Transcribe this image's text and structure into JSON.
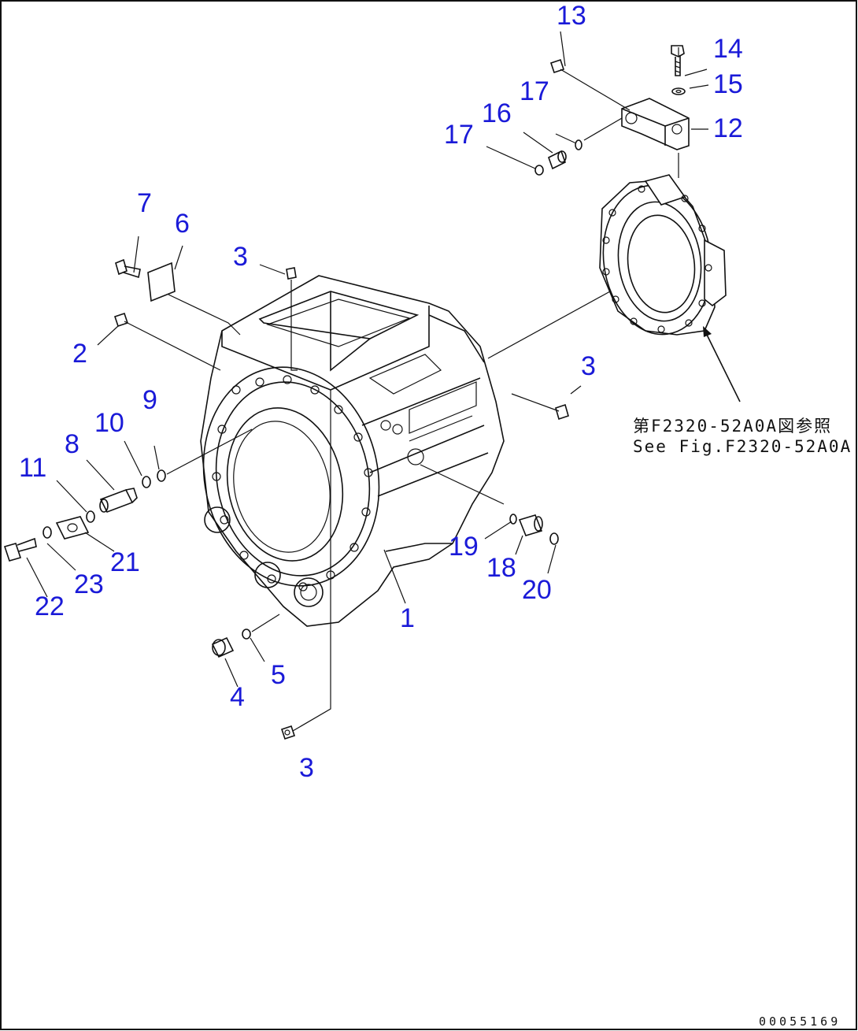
{
  "callouts": [
    {
      "id": "c1",
      "text": "1"
    },
    {
      "id": "c2",
      "text": "2"
    },
    {
      "id": "c3a",
      "text": "3"
    },
    {
      "id": "c3b",
      "text": "3"
    },
    {
      "id": "c3c",
      "text": "3"
    },
    {
      "id": "c4",
      "text": "4"
    },
    {
      "id": "c5",
      "text": "5"
    },
    {
      "id": "c6",
      "text": "6"
    },
    {
      "id": "c7",
      "text": "7"
    },
    {
      "id": "c8",
      "text": "8"
    },
    {
      "id": "c9",
      "text": "9"
    },
    {
      "id": "c10",
      "text": "10"
    },
    {
      "id": "c11",
      "text": "11"
    },
    {
      "id": "c12",
      "text": "12"
    },
    {
      "id": "c13",
      "text": "13"
    },
    {
      "id": "c14",
      "text": "14"
    },
    {
      "id": "c15",
      "text": "15"
    },
    {
      "id": "c16",
      "text": "16"
    },
    {
      "id": "c17a",
      "text": "17"
    },
    {
      "id": "c17b",
      "text": "17"
    },
    {
      "id": "c18",
      "text": "18"
    },
    {
      "id": "c19",
      "text": "19"
    },
    {
      "id": "c20",
      "text": "20"
    },
    {
      "id": "c21",
      "text": "21"
    },
    {
      "id": "c22",
      "text": "22"
    },
    {
      "id": "c23",
      "text": "23"
    }
  ],
  "reference": {
    "jp": "第F2320-52A0A図参照",
    "en": "See Fig.F2320-52A0A"
  },
  "doc_number": "00055169",
  "colors": {
    "callout": "#1a1ad8",
    "line": "#111111",
    "background": "#ffffff"
  }
}
